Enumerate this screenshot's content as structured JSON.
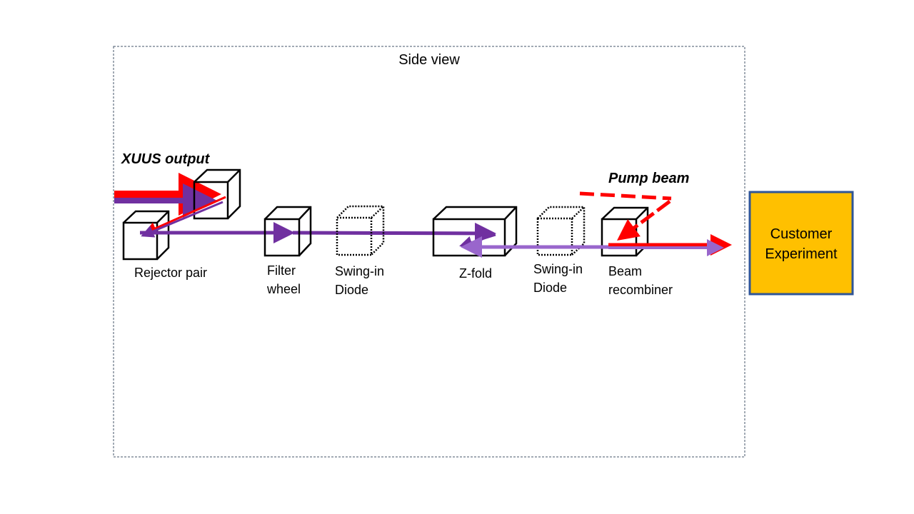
{
  "diagram": {
    "frame_title": "Side view",
    "xuus_label": "XUUS output",
    "pump_label": "Pump beam",
    "components": {
      "rejector": "Rejector pair",
      "filter_line1": "Filter",
      "filter_line2": "wheel",
      "swing1_line1": "Swing-in",
      "swing1_line2": "Diode",
      "zfold": "Z-fold",
      "swing2_line1": "Swing-in",
      "swing2_line2": "Diode",
      "recombiner_line1": "Beam",
      "recombiner_line2": "recombiner"
    },
    "customer_line1": "Customer",
    "customer_line2": "Experiment"
  },
  "colors": {
    "frame_border": "#44546a",
    "beam_red": "#ff0000",
    "beam_purple": "#7030a0",
    "beam_light_purple": "#9966cc",
    "customer_fill": "#ffc000",
    "customer_border": "#2f5597"
  }
}
